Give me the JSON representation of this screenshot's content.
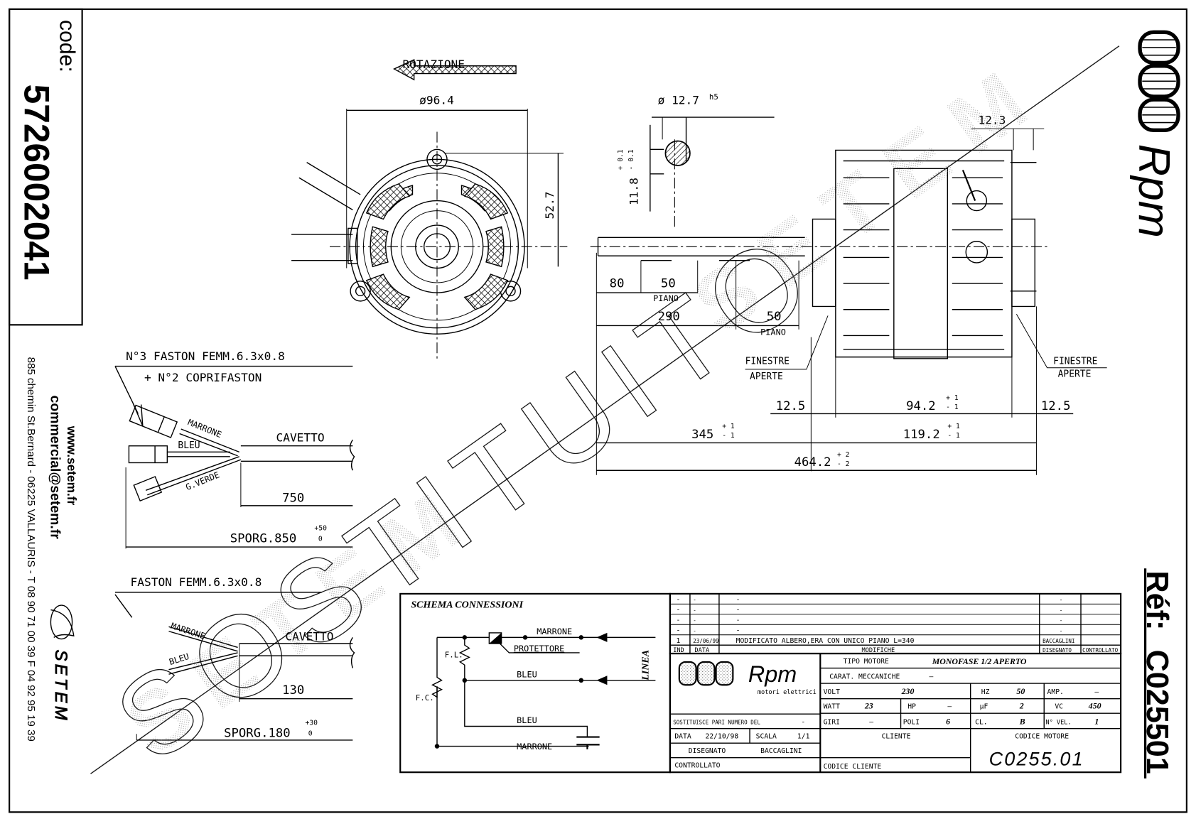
{
  "left_strip": {
    "code_label": "code:",
    "code_value": "5726002041",
    "website": "www.setem.fr",
    "email": "commercial@setem.fr",
    "address": "885 chemin St.Bernard  -  06225 VALLAURIS  -  T 08 90 71 00 39   F 04 92 95 19 39",
    "brand": "SETEM"
  },
  "right_strip": {
    "brand": "Rpm",
    "ref_label": "Réf:",
    "ref_value": "C025501"
  },
  "front_view": {
    "rotation_label": "ROTAZIONE",
    "diameter": "ø96.4",
    "height_dim": "52.7"
  },
  "shaft_section": {
    "diameter": "ø 12.7",
    "tolerance_class": "h5",
    "flat_dim": "11.8",
    "flat_tol_upper": "+ 0.1",
    "flat_tol_lower": "- 0.1"
  },
  "side_view": {
    "dims": {
      "d80": "80",
      "d50a": "50",
      "piano_a": "PIANO",
      "d290": "290",
      "d50b": "50",
      "piano_b": "PIANO",
      "d12_3": "12.3",
      "finestre_left": "FINESTRE",
      "aperte_left": "APERTE",
      "finestre_right": "FINESTRE",
      "aperte_right": "APERTE",
      "d12_5_left": "12.5",
      "d94_2": "94.2",
      "d94_2_tol_up": "+ 1",
      "d94_2_tol_dn": "- 1",
      "d12_5_right": "12.5",
      "d345": "345",
      "d345_tol_up": "+ 1",
      "d345_tol_dn": "- 1",
      "d119_2": "119.2",
      "d119_2_tol_up": "+ 1",
      "d119_2_tol_dn": "- 1",
      "d464_2": "464.2",
      "d464_2_tol_up": "+ 2",
      "d464_2_tol_dn": "- 2"
    }
  },
  "cable_top": {
    "note_line1": "N°3 FASTON FEMM.6.3x0.8",
    "note_line2": "+ N°2 COPRIFASTON",
    "wire1": "MARRONE",
    "wire2": "BLEU",
    "wire3": "G.VERDE",
    "cable": "CAVETTO",
    "length": "750",
    "sporg": "SPORG.850",
    "sporg_tol_up": "+50",
    "sporg_tol_dn": "0"
  },
  "cable_bottom": {
    "note": "FASTON FEMM.6.3x0.8",
    "wire1": "MARRONE",
    "wire2": "BLEU",
    "cable": "CAVETTO",
    "length": "130",
    "sporg": "SPORG.180",
    "sporg_tol_up": "+30",
    "sporg_tol_dn": "0"
  },
  "schema": {
    "title": "SCHEMA CONNESSIONI",
    "marrone_top": "MARRONE",
    "protettore": "PROTETTORE",
    "bleu_mid": "BLEU",
    "bleu_low": "BLEU",
    "marrone_low": "MARRONE",
    "fl": "F.L.",
    "fc": "F.C.",
    "linea": "LINEA"
  },
  "revisions": {
    "rows": [
      {
        "ind": "-",
        "data": "-",
        "mod": "-",
        "dis": "-",
        "ctrl": ""
      },
      {
        "ind": "-",
        "data": "-",
        "mod": "-",
        "dis": "-",
        "ctrl": ""
      },
      {
        "ind": "-",
        "data": "-",
        "mod": "-",
        "dis": "-",
        "ctrl": ""
      },
      {
        "ind": "-",
        "data": "-",
        "mod": "-",
        "dis": "-",
        "ctrl": ""
      },
      {
        "ind": "1",
        "data": "23/06/99",
        "mod": "MODIFICATO ALBERO,ERA CON UNICO PIANO L=340",
        "dis": "BACCAGLINI",
        "ctrl": ""
      }
    ],
    "headers": {
      "ind": "IND",
      "data": "DATA",
      "mod": "MODIFICHE",
      "dis": "DISEGNATO",
      "ctrl": "CONTROLLATO"
    }
  },
  "title_block": {
    "logo_text": "Rpm",
    "logo_sub": "motori elettrici",
    "sostituisce": "SOSTITUISCE PARI NUMERO DEL",
    "sostituisce_val": "-",
    "data_label": "DATA",
    "data_val": "22/10/98",
    "scala_label": "SCALA",
    "scala_val": "1/1",
    "disegnato_label": "DISEGNATO",
    "disegnato_val": "BACCAGLINI",
    "controllato_label": "CONTROLLATO",
    "tipo_motore_label": "TIPO MOTORE",
    "tipo_motore_val": "MONOFASE 1/2 APERTO",
    "carat_label": "CARAT. MECCANICHE",
    "carat_val": "—",
    "volt_label": "VOLT",
    "volt_val": "230",
    "hz_label": "HZ",
    "hz_val": "50",
    "amp_label": "AMP.",
    "amp_val": "—",
    "watt_label": "WATT",
    "watt_val": "23",
    "hp_label": "HP",
    "hp_val": "—",
    "uf_label": "µF",
    "uf_val": "2",
    "vc_label": "VC",
    "vc_val": "450",
    "giri_label": "GIRI",
    "giri_val": "—",
    "poli_label": "POLI",
    "poli_val": "6",
    "cl_label": "CL.",
    "cl_val": "B",
    "nvel_label": "N° VEL.",
    "nvel_val": "1",
    "cliente_label": "CLIENTE",
    "codice_cliente_label": "CODICE CLIENTE",
    "codice_motore_label": "CODICE MOTORE",
    "codice_motore_val": "C0255.01"
  },
  "watermark": {
    "text": "SOSTITUITO",
    "stamp": "SETEM"
  }
}
